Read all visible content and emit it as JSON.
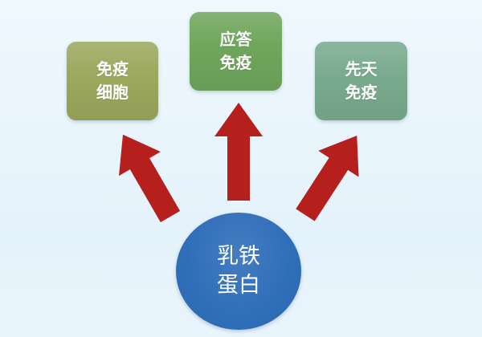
{
  "diagram": {
    "background_color": "#e6f3fb",
    "arrow_color": "#b5201d",
    "source": {
      "line1": "乳铁",
      "line2": "蛋白",
      "color": "#2f6eb9"
    },
    "targets": [
      {
        "line1": "免疫",
        "line2": "细胞",
        "color": "#9ba85d"
      },
      {
        "line1": "应答",
        "line2": "免疫",
        "color": "#6ea65b"
      },
      {
        "line1": "先天",
        "line2": "免疫",
        "color": "#79aa8e"
      }
    ]
  }
}
